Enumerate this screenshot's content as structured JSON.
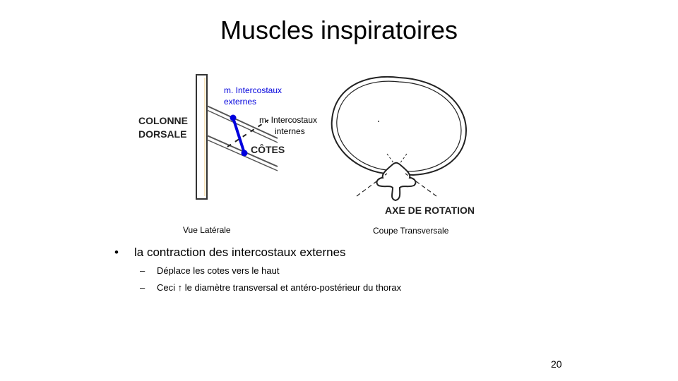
{
  "slide": {
    "title": "Muscles inspiratoires",
    "page_number": "20"
  },
  "figure_left": {
    "label_spine": [
      "COLONNE",
      "DORSALE"
    ],
    "label_ribs": "CÔTES",
    "label_external": [
      "m. Intercostaux",
      "externes"
    ],
    "label_internal": [
      "m. Intercostaux",
      "internes"
    ],
    "caption": "Vue Latérale",
    "accent_color": "#0000dd"
  },
  "figure_right": {
    "label_axis": "AXE DE ROTATION",
    "caption": "Coupe  Transversale"
  },
  "bullets": {
    "main": "la contraction des intercostaux externes",
    "sub1": "Déplace les cotes vers le haut",
    "sub2_before": "Ceci",
    "sub2_arrow": "↑",
    "sub2_after": " le diamètre transversal et antéro-postérieur  du thorax",
    "bullet_glyph": "•",
    "dash_glyph": "–"
  }
}
